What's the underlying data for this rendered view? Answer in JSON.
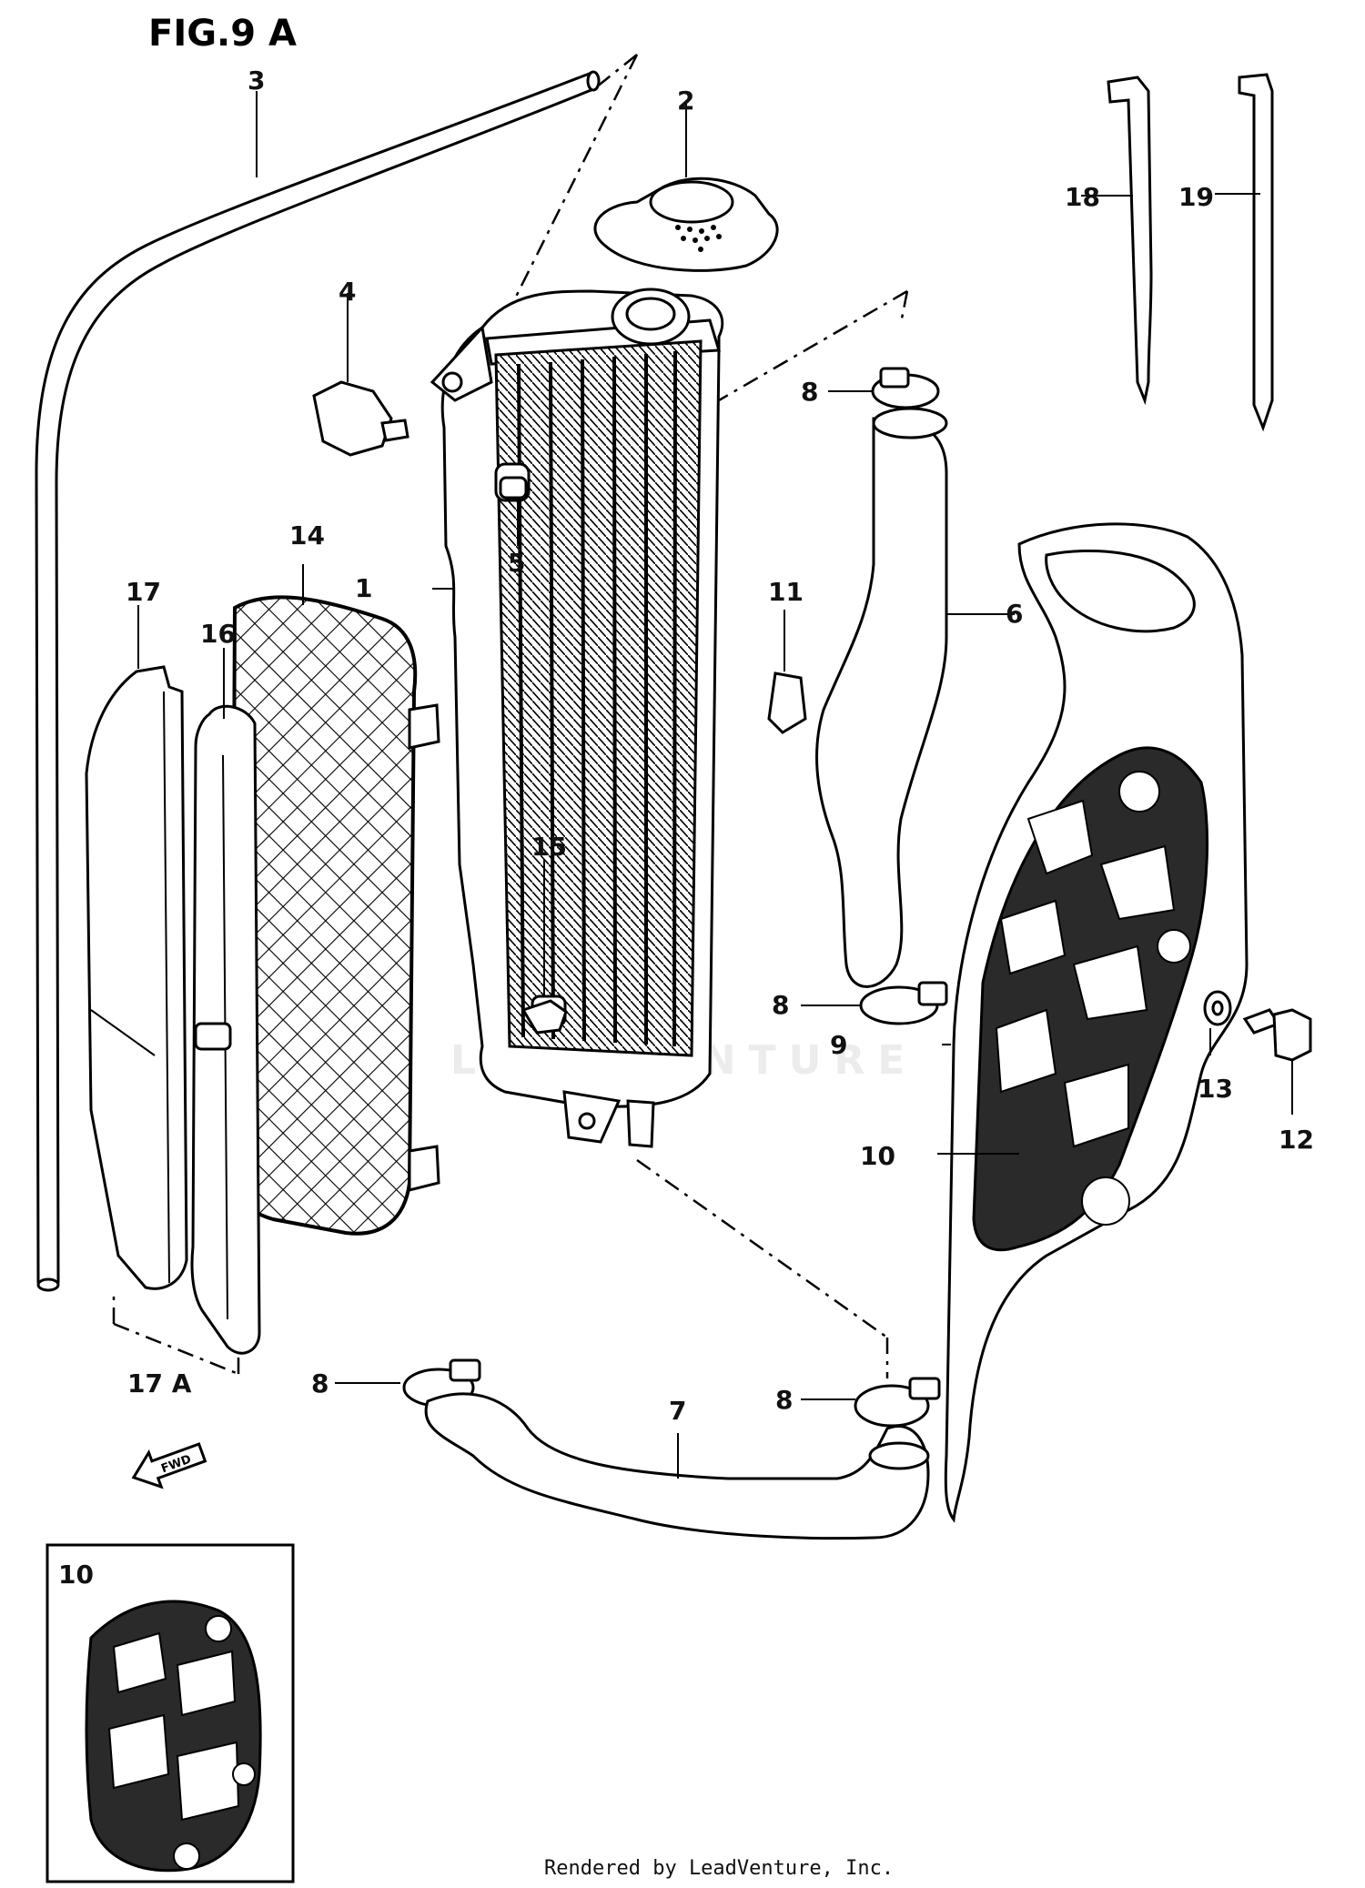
{
  "figure": {
    "title": "FIG.9 A",
    "watermark": "LEADVENTURE",
    "footer": "Rendered by LeadVenture, Inc.",
    "inset_label": "10",
    "arrow_label": "FWD"
  },
  "callouts": [
    {
      "id": "c1",
      "text": "1"
    },
    {
      "id": "c2",
      "text": "2"
    },
    {
      "id": "c3",
      "text": "3"
    },
    {
      "id": "c4",
      "text": "4"
    },
    {
      "id": "c5",
      "text": "5"
    },
    {
      "id": "c6",
      "text": "6"
    },
    {
      "id": "c7",
      "text": "7"
    },
    {
      "id": "c8a",
      "text": "8"
    },
    {
      "id": "c8b",
      "text": "8"
    },
    {
      "id": "c8c",
      "text": "8"
    },
    {
      "id": "c8d",
      "text": "8"
    },
    {
      "id": "c9",
      "text": "9"
    },
    {
      "id": "c10",
      "text": "10"
    },
    {
      "id": "c11",
      "text": "11"
    },
    {
      "id": "c12",
      "text": "12"
    },
    {
      "id": "c13",
      "text": "13"
    },
    {
      "id": "c14",
      "text": "14"
    },
    {
      "id": "c15",
      "text": "15"
    },
    {
      "id": "c16",
      "text": "16"
    },
    {
      "id": "c17",
      "text": "17"
    },
    {
      "id": "c17a",
      "text": "17 A"
    },
    {
      "id": "c18",
      "text": "18"
    },
    {
      "id": "c19",
      "text": "19"
    }
  ]
}
